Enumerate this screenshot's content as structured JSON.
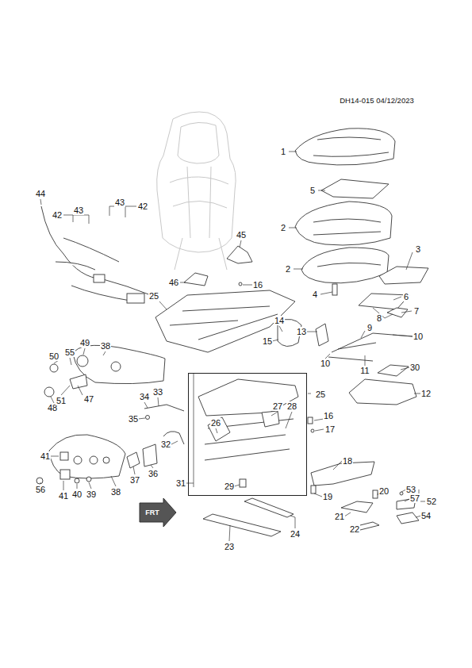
{
  "diagram": {
    "nodes": [
      {
        "text": [
          "25"
        ]
      }
    ],
    "labels": [
      "DH14-015 04/12/2023",
      "1",
      "5",
      "2",
      "2",
      "3",
      "4",
      "13",
      "14",
      "15",
      "6",
      "7",
      "8",
      "9",
      "10",
      "10",
      "11",
      "30",
      "12",
      "44",
      "42",
      "43",
      "43",
      "42",
      "45",
      "46",
      "16",
      "25",
      "38",
      "49",
      "50",
      "55",
      "47",
      "48",
      "51",
      "34",
      "33",
      "35",
      "27",
      "28",
      "26",
      "16",
      "17",
      "32",
      "18",
      "41",
      "41",
      "56",
      "40",
      "39",
      "38",
      "37",
      "36",
      "31",
      "29",
      "19",
      "20",
      "53",
      "57",
      "52",
      "21",
      "54",
      "22",
      "23",
      "24",
      "FRT"
    ]
  }
}
